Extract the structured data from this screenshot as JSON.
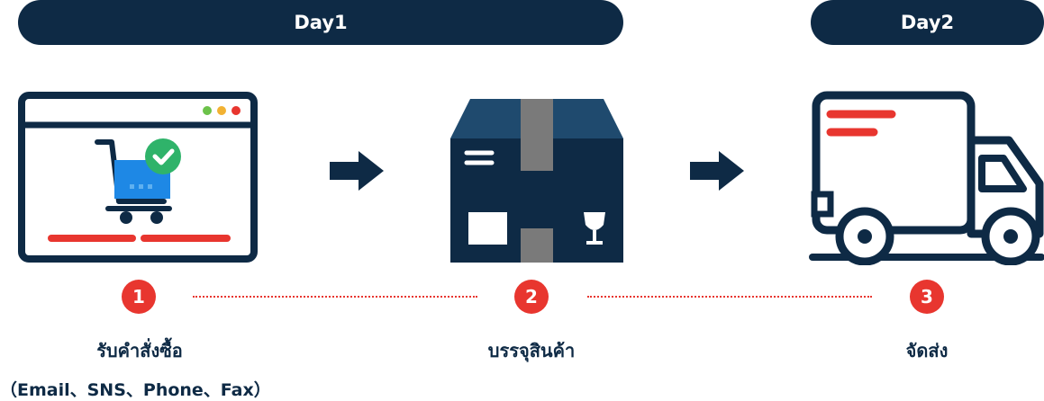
{
  "days": [
    {
      "label": "Day1"
    },
    {
      "label": "Day2"
    }
  ],
  "steps": [
    {
      "number": "1",
      "label": "รับคำสั่งซื้อ",
      "sublabel": "（Email、SNS、Phone、Fax）",
      "icon": "shopping-cart-browser-icon"
    },
    {
      "number": "2",
      "label": "บรรจุสินค้า",
      "icon": "package-box-icon"
    },
    {
      "number": "3",
      "label": "จัดส่ง",
      "icon": "delivery-truck-icon"
    }
  ],
  "colors": {
    "navy": "#0e2a45",
    "accent_red": "#e8362f",
    "cart_blue": "#1e88e5",
    "check_green": "#2fb36a"
  }
}
